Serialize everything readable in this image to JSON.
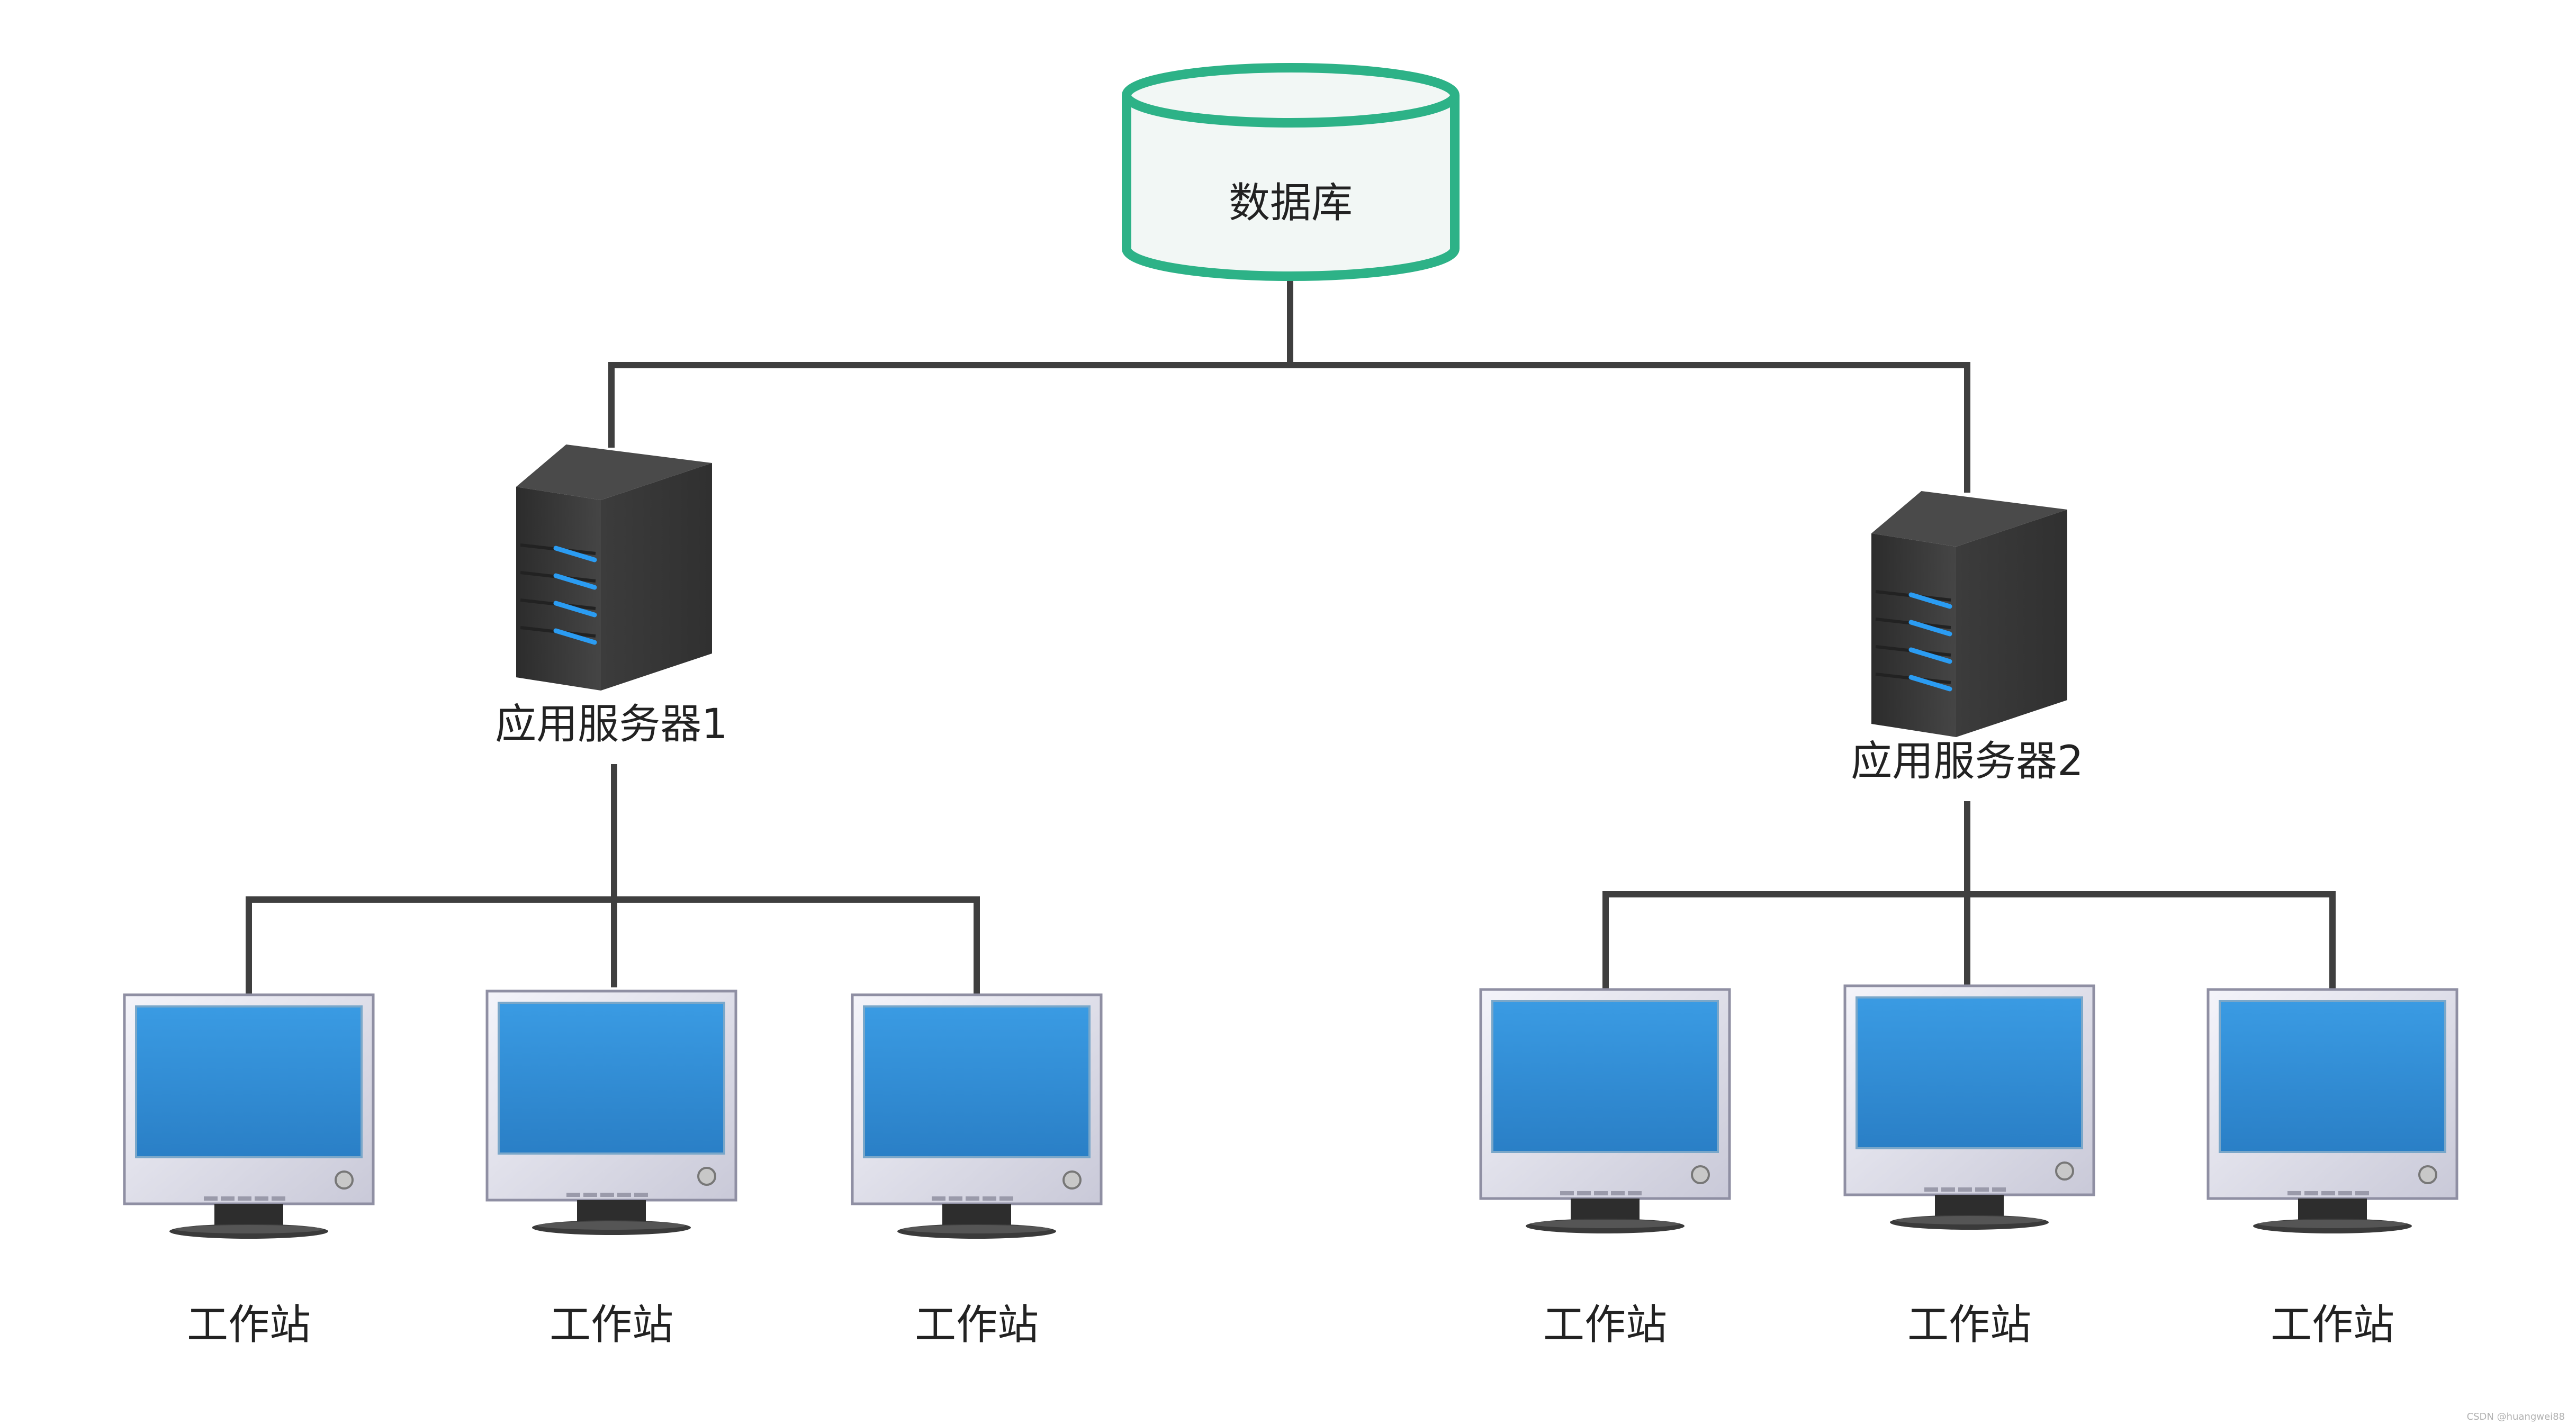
{
  "colors": {
    "background": "#ffffff",
    "line": "#3f3f3f",
    "db_stroke": "#2db287",
    "db_fill": "#f2f7f5",
    "server_front": "#3b3b3b",
    "server_side": "#2a2a2a",
    "server_top": "#4a4a4a",
    "server_light": "#2b9cf2",
    "monitor_bezel": "#dcdce8",
    "monitor_screen": "#2f8fd8"
  },
  "database": {
    "label": "数据库",
    "icon": "database-cylinder-icon"
  },
  "servers": [
    {
      "label": "应用服务器1",
      "icon": "server-tower-icon",
      "workstations": [
        {
          "label": "工作站",
          "icon": "monitor-icon"
        },
        {
          "label": "工作站",
          "icon": "monitor-icon"
        },
        {
          "label": "工作站",
          "icon": "monitor-icon"
        }
      ]
    },
    {
      "label": "应用服务器2",
      "icon": "server-tower-icon",
      "workstations": [
        {
          "label": "工作站",
          "icon": "monitor-icon"
        },
        {
          "label": "工作站",
          "icon": "monitor-icon"
        },
        {
          "label": "工作站",
          "icon": "monitor-icon"
        }
      ]
    }
  ],
  "watermark": "CSDN @huangwei88"
}
